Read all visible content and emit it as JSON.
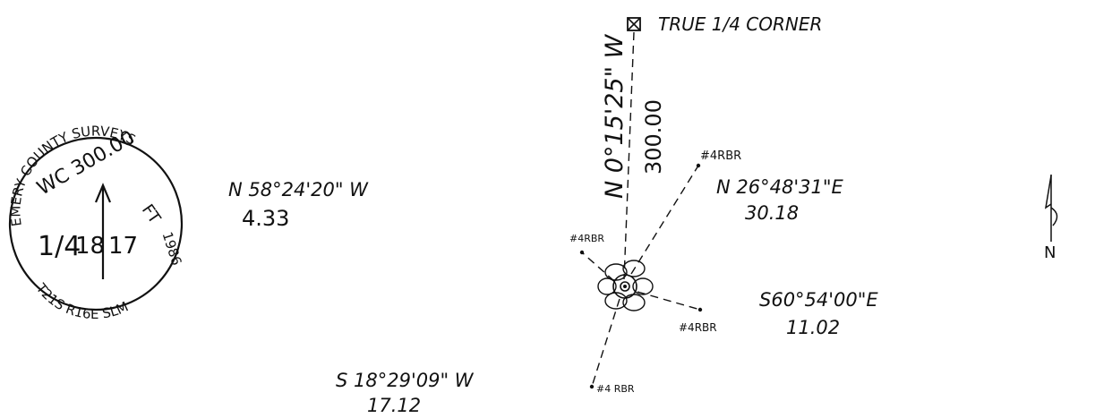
{
  "monument_cap": {
    "arc_top": "EMERY COUNTY SURVEYS",
    "line_wc": "WC 300.00",
    "line_ft": "FT",
    "arc_right": "SURVEYS",
    "year": "1986",
    "quarter": "1/4",
    "section_left": "18",
    "section_right": "17",
    "arc_bottom": "T21S R16E SLM"
  },
  "true_corner": {
    "label": "TRUE 1/4 CORNER"
  },
  "north_line": {
    "bearing": "N 0°15'25\" W",
    "distance": "300.00"
  },
  "ties": [
    {
      "rebar": "#4RBR",
      "bearing": "N 26°48'31\"E",
      "distance": "30.18"
    },
    {
      "rebar": "#4RBR",
      "bearing": "N 58°24'20\" W",
      "distance": "4.33"
    },
    {
      "rebar": "#4RBR",
      "bearing": "S60°54'00\"E",
      "distance": "11.02"
    },
    {
      "rebar": "#4 RBR",
      "bearing": "S 18°29'09\" W",
      "distance": "17.12"
    }
  ],
  "north_arrow": {
    "symbol": "N"
  }
}
